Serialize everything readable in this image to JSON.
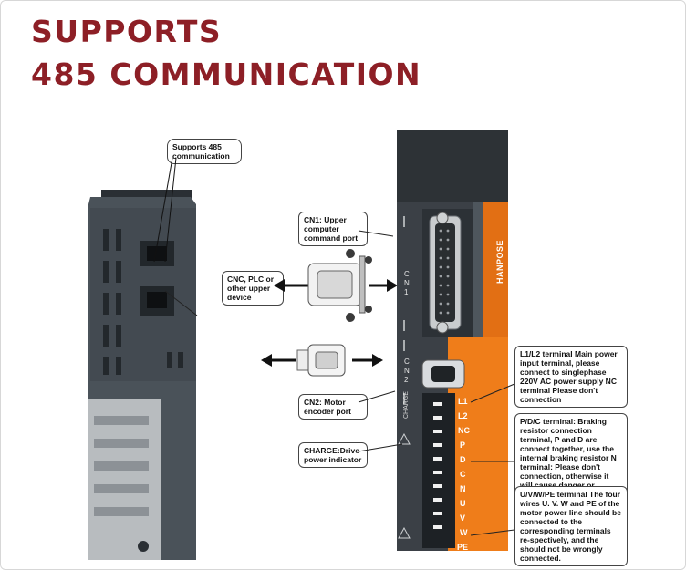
{
  "header": {
    "line1": "SUPPORTS",
    "line2": "485 COMMUNICATION"
  },
  "callouts": {
    "rs485": "Supports 485 communication",
    "cn1": "CN1: Upper computer command port",
    "cnc": "CNC, PLC or other upper device",
    "cn2": "CN2: Motor encoder port",
    "charge": "CHARGE:Drive power indicator",
    "l1l2": "L1/L2 terminal Main power input terminal, please connect to singlephase 220V AC power supply NC terminal Please don't connection",
    "pdc": "P/D/C terminal: Braking resistor connection terminal, P and D are connect together, use the internal braking resistor N terminal: Please don't connection, otherwise it will cause danger or damage to the drive.",
    "uvw": "U/V/W/PE terminal The four wires U. V. W and PE of the motor power line should be connected to the corresponding terminals re-spectively, and the should not be wrongly connected."
  },
  "drive": {
    "brand": "HANPOSE",
    "cn1": "CN1",
    "cn2": "CN2",
    "charge": "CHARGE",
    "terminals": [
      "L1",
      "L2",
      "NC",
      "P",
      "D",
      "C",
      "N",
      "U",
      "V",
      "W",
      "PE"
    ]
  },
  "colors": {
    "headline": "#8d1f26",
    "accent_orange": "#ef7d1a",
    "body_dark": "#3b4046",
    "body_side": "#4e565d"
  }
}
